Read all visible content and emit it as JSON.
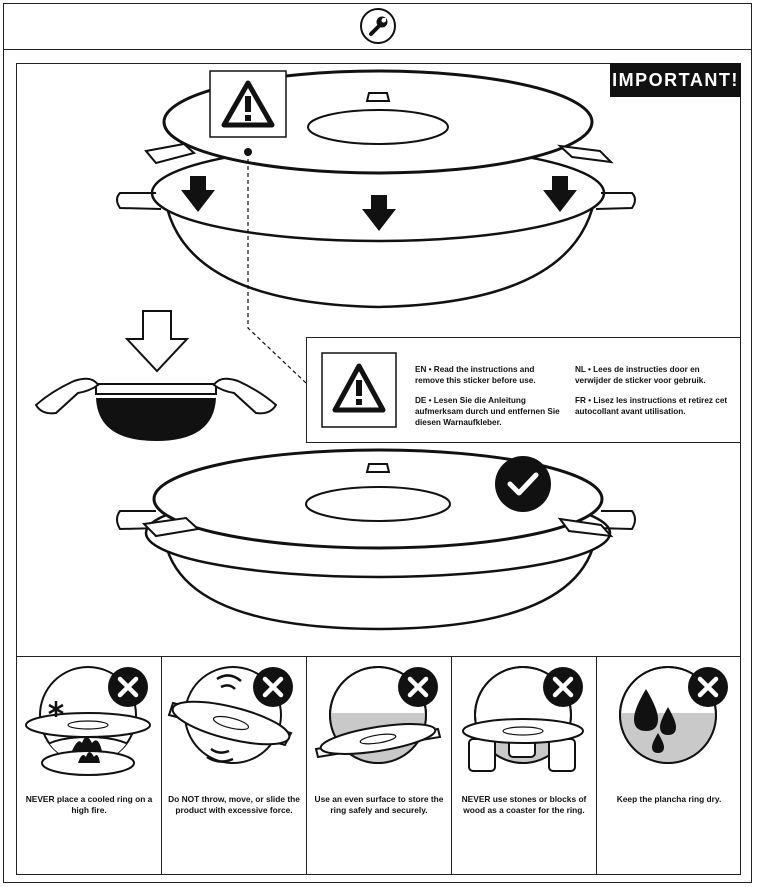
{
  "header": {
    "icon": "wrench-icon"
  },
  "badge": {
    "label": "IMPORTANT!"
  },
  "notice": {
    "icon": "warning-triangle-icon",
    "en": "EN • Read the instructions and remove this sticker before use.",
    "de": "DE • Lesen Sie die Anleitung aufmerksam durch und entfernen Sie diesen Warnaufkleber.",
    "nl": "NL • Lees de instructies door en verwijder de sticker voor gebruik.",
    "fr": "FR • Lisez les instructions et retirez cet autocollant avant utilisation."
  },
  "rules": [
    {
      "icon": "no-cold-ring-on-fire-icon",
      "status": "forbidden",
      "caption": "NEVER place a cooled ring on a high fire."
    },
    {
      "icon": "no-throw-ring-icon",
      "status": "forbidden",
      "caption": "Do NOT throw, move, or slide the product with excessive force."
    },
    {
      "icon": "no-uneven-surface-icon",
      "status": "forbidden",
      "caption": "Use an even surface to store the ring safely and securely."
    },
    {
      "icon": "no-stone-coaster-icon",
      "status": "forbidden",
      "caption": "NEVER use stones or blocks of wood as a coaster for the ring."
    },
    {
      "icon": "no-water-drops-icon",
      "status": "forbidden",
      "caption": "Keep the plancha ring dry."
    }
  ],
  "colors": {
    "ink": "#111111",
    "surface_gray": "#c9c9c9",
    "background": "#ffffff"
  }
}
